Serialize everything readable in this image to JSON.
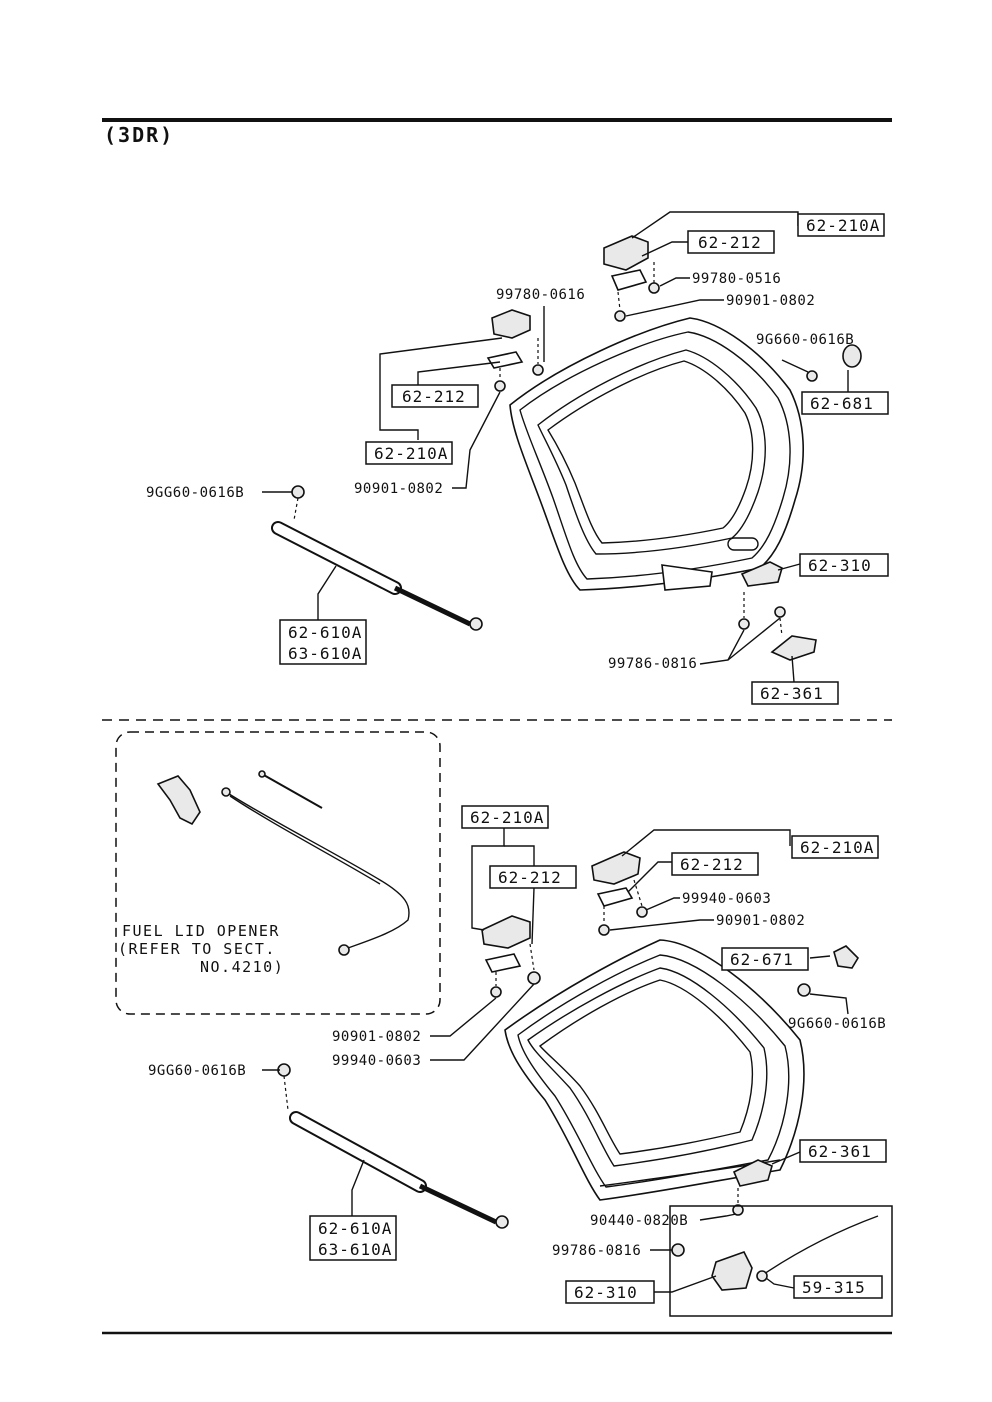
{
  "header": {
    "title": "(3DR)"
  },
  "upper": {
    "hinge_right": {
      "assy": "62-210A",
      "hinge": "62-212",
      "bolt": "99780-0516",
      "nut": "90901-0802"
    },
    "hinge_left": {
      "bolt": "99780-0616",
      "hinge": "62-212",
      "assy": "62-210A",
      "nut": "90901-0802"
    },
    "bumper": {
      "screw": "9G660-0616B",
      "part": "62-681"
    },
    "damper": {
      "bolt": "9GG60-0616B",
      "part_a": "62-610A",
      "part_b": "63-610A"
    },
    "latch": {
      "part": "62-310",
      "bolt": "99786-0816",
      "striker": "62-361"
    }
  },
  "lower": {
    "note": {
      "line1": "FUEL LID OPENER",
      "line2": "(REFER TO SECT.",
      "line3": "NO.4210)"
    },
    "hinge_left": {
      "assy": "62-210A",
      "hinge": "62-212",
      "nut": "90901-0802",
      "nut2": "99940-0603"
    },
    "hinge_right": {
      "hinge": "62-212",
      "assy": "62-210A",
      "nut2": "99940-0603",
      "nut": "90901-0802"
    },
    "bumper": {
      "part": "62-671",
      "screw": "9G660-0616B"
    },
    "damper": {
      "bolt": "9GG60-0616B",
      "part_a": "62-610A",
      "part_b": "63-610A"
    },
    "striker": {
      "part": "62-361",
      "bolt": "90440-0820B"
    },
    "latch": {
      "bolt": "99786-0816",
      "part": "62-310",
      "rod": "59-315"
    }
  }
}
